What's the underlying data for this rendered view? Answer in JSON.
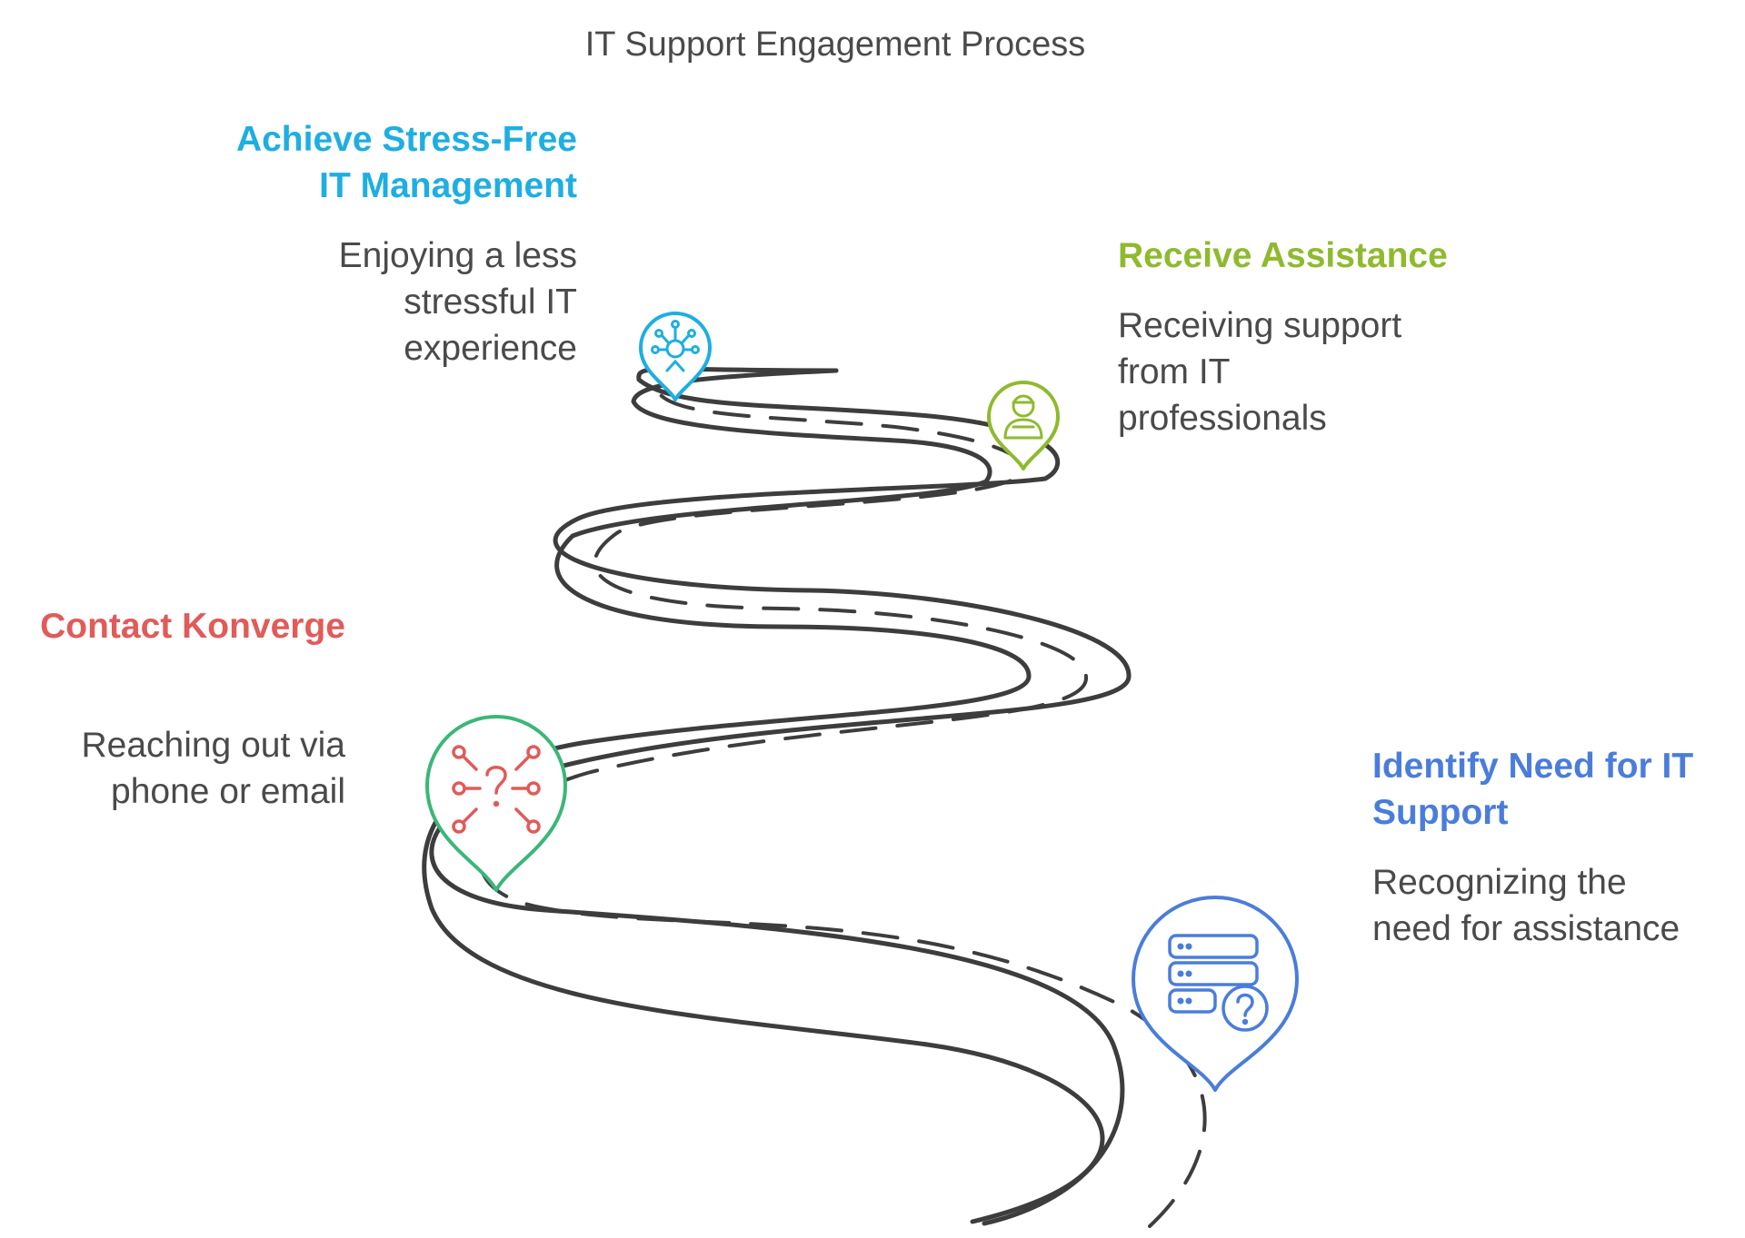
{
  "title": "IT Support Engagement Process",
  "steps": [
    {
      "title_lines": [
        "Achieve Stress-Free",
        "IT Management"
      ],
      "description_lines": [
        "Enjoying a less",
        "stressful IT",
        "experience"
      ],
      "color": "#1eaee2",
      "icon": "network-person-icon"
    },
    {
      "title_lines": [
        "Receive Assistance"
      ],
      "description_lines": [
        "Receiving support",
        "from IT",
        "professionals"
      ],
      "color": "#8fba2f",
      "icon": "technician-icon"
    },
    {
      "title_lines": [
        "Contact Konverge"
      ],
      "description_lines": [
        "Reaching out via",
        "phone or email"
      ],
      "color": "#e05b59",
      "icon": "question-network-icon"
    },
    {
      "title_lines": [
        "Identify Need for IT",
        "Support"
      ],
      "description_lines": [
        "Recognizing the",
        "need for assistance"
      ],
      "color": "#4a7ddb",
      "icon": "server-question-icon"
    }
  ]
}
